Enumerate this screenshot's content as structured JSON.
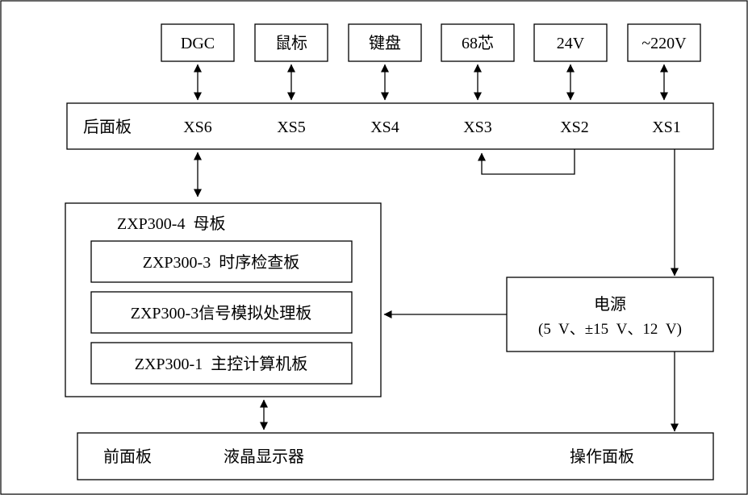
{
  "top_connectors": [
    {
      "label": "DGC"
    },
    {
      "label": "鼠标"
    },
    {
      "label": "键盘"
    },
    {
      "label": "68芯"
    },
    {
      "label": "24V"
    },
    {
      "label": "~220V"
    }
  ],
  "rear_panel": {
    "title": "后面板",
    "ports": [
      "XS6",
      "XS5",
      "XS4",
      "XS3",
      "XS2",
      "XS1"
    ]
  },
  "motherboard": {
    "title": "ZXP300-4  母板",
    "boards": [
      "ZXP300-3  时序检查板",
      "ZXP300-3信号模拟处理板",
      "ZXP300-1  主控计算机板"
    ]
  },
  "power_supply": {
    "title": "电源",
    "spec": "(5  V、±15  V、12  V)"
  },
  "front_panel": {
    "title": "前面板",
    "display": "液晶显示器",
    "operation": "操作面板"
  },
  "colors": {
    "line": "#000000",
    "background": "#ffffff"
  }
}
